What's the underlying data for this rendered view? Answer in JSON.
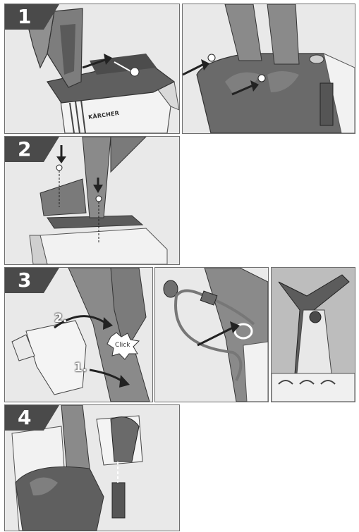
{
  "steps": [
    {
      "number": "1"
    },
    {
      "number": "2"
    },
    {
      "number": "3"
    },
    {
      "number": "4"
    }
  ],
  "brand_logo": "KÄRCHER",
  "callouts": {
    "step_two": "2.",
    "step_one": "1.",
    "click": "Click"
  },
  "colors": {
    "badge": "#4a4a4a",
    "panel_bg": "#e9e9e9",
    "plastic_dark": "#5f5f5f",
    "plastic_mid": "#8c8c8c",
    "housing_white": "#f2f2f2",
    "arrow": "#2b2b2b"
  }
}
